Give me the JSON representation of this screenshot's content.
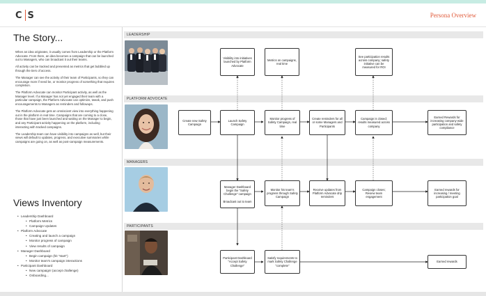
{
  "header": {
    "logo_left": "C",
    "logo_right": "S",
    "persona_title": "Persona Overview"
  },
  "story": {
    "title": "The Story...",
    "paragraphs": [
      "When an idea originates, it usually comes from Leadership or the Platform Advocate. From there, an idea becomes a campaign that can be launched out to Managers, who can broadcast it out their teams.",
      "All activity can be tracked and presented as metrics that get bubbled up through the tiers of access.",
      "The Manager can see the activity of their team of Participants, so they can encourage more if need be, or monitor progress of something that requires completion.",
      "The Platform Advocate can monitor Participant activity, as well as the Manager level. If a Manager has not yet engaged their team with a particular campaign, the Platform Advocate can optimize, tweak, and push encouragements to Managers as reminders and followups.",
      "The Platform Advocate gets an omniscient view into everything happening out in the platform in real time. Campaigns that are coming to a close, those that have just been launched and waiting on the Manager to begin, and any Participant activity happening on the platform, including interacting with tracked campaigns.",
      "The Leadership team can have visibility into campaigns as well, but their views will default to updates, progress, and executive summaries while campaigns are going on, as well as post-campaign measurements."
    ]
  },
  "views": {
    "title": "Views Inventory",
    "items": [
      {
        "label": "Leadership Dashboard",
        "children": [
          "Platform Metrics",
          "Campaign Updates"
        ]
      },
      {
        "label": "Platform Advocate",
        "children": [
          "Creating and launch a campaign",
          "Monitor progress of campaign",
          "View results of campaign"
        ]
      },
      {
        "label": "Manager Dashboard",
        "children": [
          "Begin campaign (hit \"start\")",
          "Monitor team's campaign interactions"
        ]
      },
      {
        "label": "Participant Dashboard",
        "children": [
          "New campaign! (accept challenge)",
          "Onboarding..."
        ]
      }
    ]
  },
  "lanes": {
    "leadership": "LEADERSHIP",
    "advocate": "PLATFORM ADVOCATE",
    "managers": "MANAGERS",
    "participants": "PARTICIPANTS"
  },
  "nodes": {
    "lead_visibility": "Visibility into initiatives launched by Platform Advocate",
    "lead_metrics": "Metrics on campaigns, real time",
    "lead_results": "See participation results across company; safety initiative can be measured for ROI",
    "adv_create": "Create new Safety Campaign",
    "adv_launch": "Launch Safety Campaign",
    "adv_monitor": "Monitor progress of Safety Campaign, real time",
    "adv_reminders": "Create reminders for all or some Managers and Participants",
    "adv_closed": "Campaign is closed; results measured across company",
    "adv_rewards": "Earned Rewards for increasing company-wide participation and safety compliance",
    "mgr_dashboard": "Manager Dashboard begin the \"Safety Challenge\" campaign\n\nBroadcast out to team",
    "mgr_monitor": "Monitor his team's progress through Safety Campaign",
    "mgr_receive": "Receive updates from Platform Advocate drip reminders",
    "mgr_closes": "Campaign closes; Review team engagement",
    "mgr_rewards": "Earned rewards for increasing / meeting participation goal",
    "par_dashboard": "Participant Dashboard \"Accept Safety Challenge\"",
    "par_satisfy": "Satisfy requirements to mark Safety Challenge \"complete\"",
    "par_rewards": "Earned rewards"
  },
  "colors": {
    "accent": "#e05a3a",
    "strip": "#c7ece3",
    "lane": "#e8e8e8"
  }
}
